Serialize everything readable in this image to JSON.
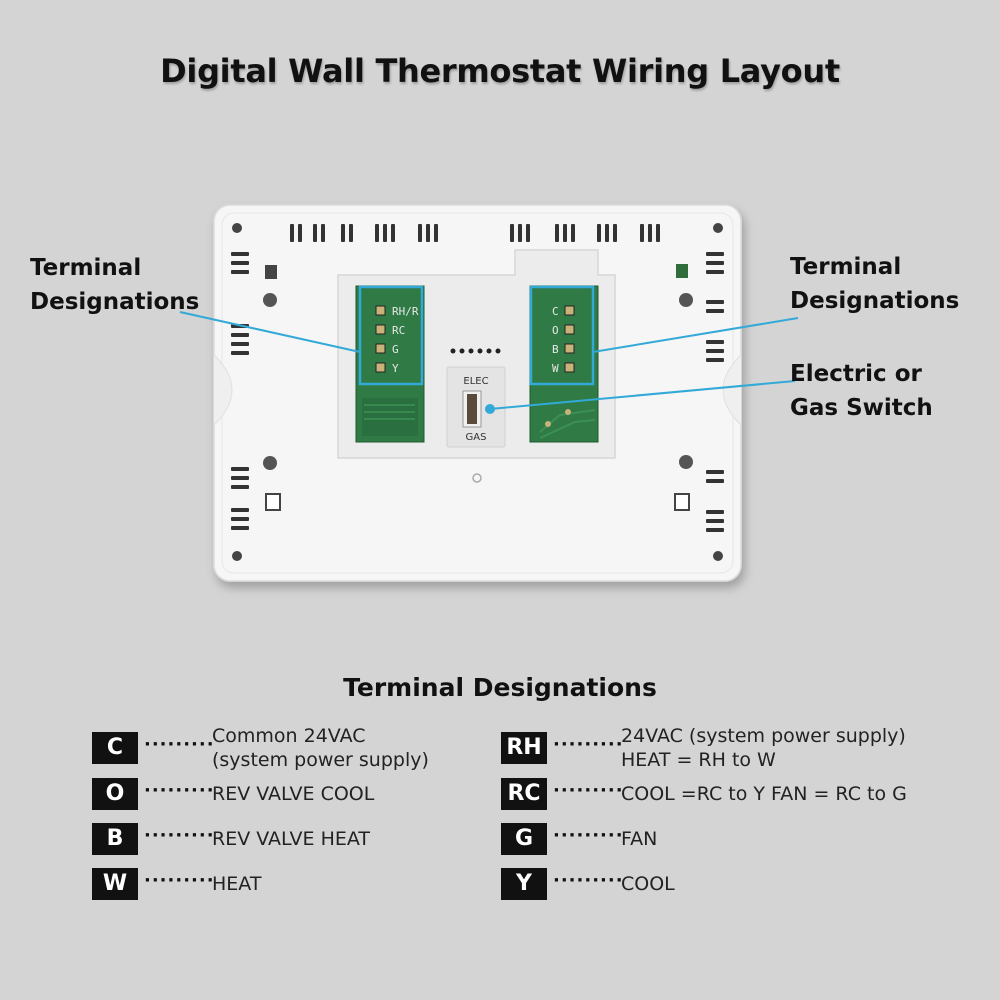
{
  "title": "Digital Wall Thermostat Wiring Layout",
  "callouts": {
    "left_terminal": "Terminal\nDesignations",
    "right_terminal": "Terminal\nDesignations",
    "switch": "Electric or\nGas Switch"
  },
  "device": {
    "left_block_labels": [
      "RH/R",
      "RC",
      "G",
      "Y"
    ],
    "right_block_labels": [
      "C",
      "O",
      "B",
      "W"
    ],
    "switch_top_label": "ELEC",
    "switch_bottom_label": "GAS"
  },
  "legend": {
    "title": "Terminal Designations",
    "dots": "·········",
    "left": [
      {
        "code": "C",
        "desc": "Common 24VAC\n(system power supply)"
      },
      {
        "code": "O",
        "desc": "REV VALVE COOL"
      },
      {
        "code": "B",
        "desc": "REV VALVE HEAT"
      },
      {
        "code": "W",
        "desc": "HEAT"
      }
    ],
    "right": [
      {
        "code": "RH",
        "desc": "24VAC (system power supply)\nHEAT = RH to W"
      },
      {
        "code": "RC",
        "desc": "COOL =RC to Y FAN = RC to G"
      },
      {
        "code": "G",
        "desc": "FAN"
      },
      {
        "code": "Y",
        "desc": "COOL"
      }
    ]
  },
  "colors": {
    "background": "#d4d4d4",
    "device": "#f7f7f7",
    "pcb": "#2f7a45",
    "callout_line": "#33a9d8",
    "code_box": "#111111"
  }
}
